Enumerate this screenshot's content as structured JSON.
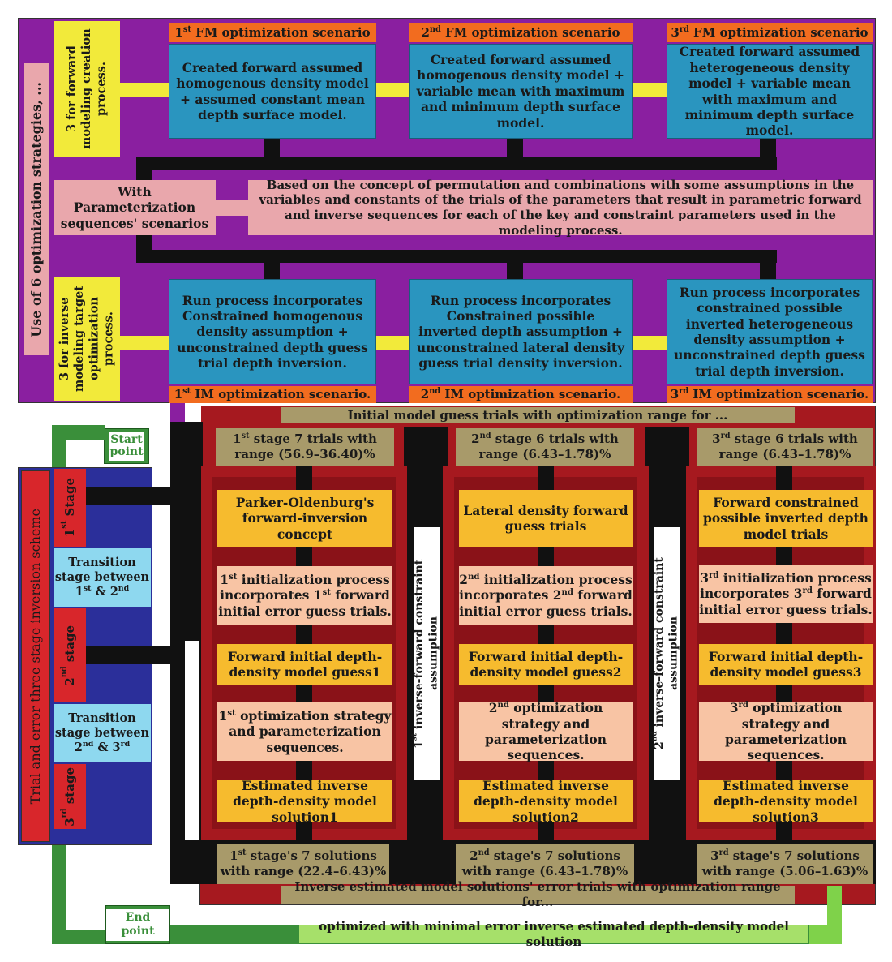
{
  "top": {
    "left_label": "Use of 6 optimization strategies, ...",
    "fm_label": "3 for forward modeling creation process.",
    "im_label": "3 for inverse modeling target optimization process.",
    "fm_headers": [
      "1st FM optimization scenario",
      "2nd FM optimization scenario",
      "3rd FM optimization scenario"
    ],
    "fm_boxes": [
      "Created forward assumed homogenous density model + assumed constant mean depth surface model.",
      "Created forward assumed homogenous density model + variable mean with maximum and minimum depth surface model.",
      "Created forward assumed heterogeneous density model + variable mean with maximum and minimum depth surface model."
    ],
    "param_label": "With Parameterization sequences' scenarios",
    "param_text": "Based on the concept of permutation and combinations with some assumptions in the variables and constants of the trials of the parameters that result in parametric forward and inverse sequences for each of the key and constraint parameters used in the modeling process.",
    "im_boxes": [
      "Run process incorporates Constrained homogenous density assumption + unconstrained depth guess trial depth inversion.",
      "Run process incorporates Constrained possible inverted depth assumption + unconstrained lateral density guess trial density inversion.",
      "Run process incorporates constrained possible inverted heterogeneous density assumption + unconstrained depth guess trial depth inversion."
    ],
    "im_headers": [
      "1st IM optimization scenario.",
      "2nd IM optimization scenario.",
      "3rd IM optimization scenario."
    ]
  },
  "left": {
    "scheme_label": "Trial and error three stage inversion scheme",
    "start": "Start point",
    "end": "End point",
    "stage1": "1st Stage",
    "transition1": "Transition stage between 1st & 2nd",
    "stage2": "2nd stage",
    "transition2": "Transition stage between 2nd & 3rd",
    "stage3": "3rd stage"
  },
  "bottom": {
    "initial_bar": "Initial model guess trials with optimization range for ...",
    "stage_headers": [
      "1st stage 7 trials with range (56.9–36.40)%",
      "2nd stage 6 trials with range (6.43–1.78)%",
      "3rd stage 6 trials with range (6.43–1.78)%"
    ],
    "columns": [
      [
        "Parker-Oldenburg's forward-inversion concept",
        "1st initialization process incorporates 1st forward initial error guess trials.",
        "Forward initial depth-density model guess1",
        "1st optimization strategy and parameterization sequences.",
        "Estimated inverse depth-density model solution1"
      ],
      [
        "Lateral density forward guess trials",
        "2nd initialization process incorporates 2nd forward initial error guess trials.",
        "Forward initial depth-density model guess2",
        "2nd optimization strategy and parameterization sequences.",
        "Estimated inverse depth-density model solution2"
      ],
      [
        "Forward constrained possible inverted depth model trials",
        "3rd initialization process incorporates 3rd forward initial error guess trials.",
        "Forward initial depth-density model guess3",
        "3rd optimization strategy and parameterization sequences.",
        "Estimated inverse depth-density model solution3"
      ]
    ],
    "constraint1": "1st inverse-forward constraint assumption",
    "constraint2": "2nd inverse-forward constraint assumption",
    "solutions": [
      "1st stage's 7 solutions with range (22.4–6.43)%",
      "2nd stage's 7 solutions with range (6.43–1.78)%",
      "3rd stage's 7 solutions with range (5.06–1.63)%"
    ],
    "inverse_bar": "Inverse estimated model solutions' error trials with optimization range for...",
    "final_bar": "optimized with minimal error inverse estimated depth-density model solution"
  },
  "colors": {
    "purple": "#8a1fa0",
    "blue": "#2a95bf",
    "orange": "#f26c1f",
    "darkred": "#a6191f",
    "green": "#3a8f3a",
    "navy": "#2b2f9a",
    "cyan": "#8ed8ef"
  }
}
